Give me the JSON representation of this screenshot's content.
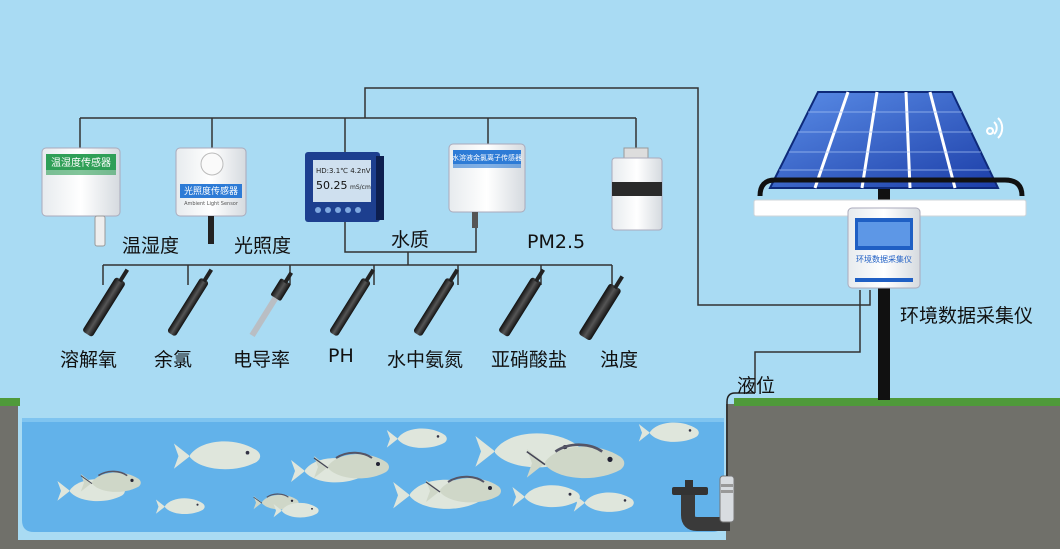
{
  "colors": {
    "sky": "#a9dbf3",
    "grass": "#4f9a3a",
    "ground": "#70706a",
    "water": "#62b2ea",
    "wire": "#333333"
  },
  "sensors": {
    "temp_humidity": {
      "label": "温湿度",
      "panel_title": "温湿度传感器"
    },
    "light": {
      "label": "光照度",
      "panel_title": "光照度传感器",
      "panel_sub": "Ambient Light Sensor"
    },
    "water_quality": {
      "label": "水质",
      "screen_line1": "HD:3.1℃ 4.2nV",
      "screen_line2": "50.25",
      "screen_unit": "mS/cm"
    },
    "chlorine": {
      "panel_title": "水溶液余氯离子传感器"
    },
    "pm25": {
      "label": "PM2.5"
    }
  },
  "probes": [
    {
      "label": "溶解氧",
      "icon": "dissolved-oxygen-probe-icon"
    },
    {
      "label": "余氯",
      "icon": "residual-chlorine-probe-icon"
    },
    {
      "label": "电导率",
      "icon": "conductivity-probe-icon"
    },
    {
      "label": "PH",
      "icon": "ph-probe-icon"
    },
    {
      "label": "水中氨氮",
      "icon": "ammonia-nitrogen-probe-icon"
    },
    {
      "label": "亚硝酸盐",
      "icon": "nitrite-probe-icon"
    },
    {
      "label": "浊度",
      "icon": "turbidity-probe-icon"
    }
  ],
  "collector": {
    "label": "环境数据采集仪",
    "panel_title": "环境数据采集仪"
  },
  "level": {
    "label": "液位"
  }
}
